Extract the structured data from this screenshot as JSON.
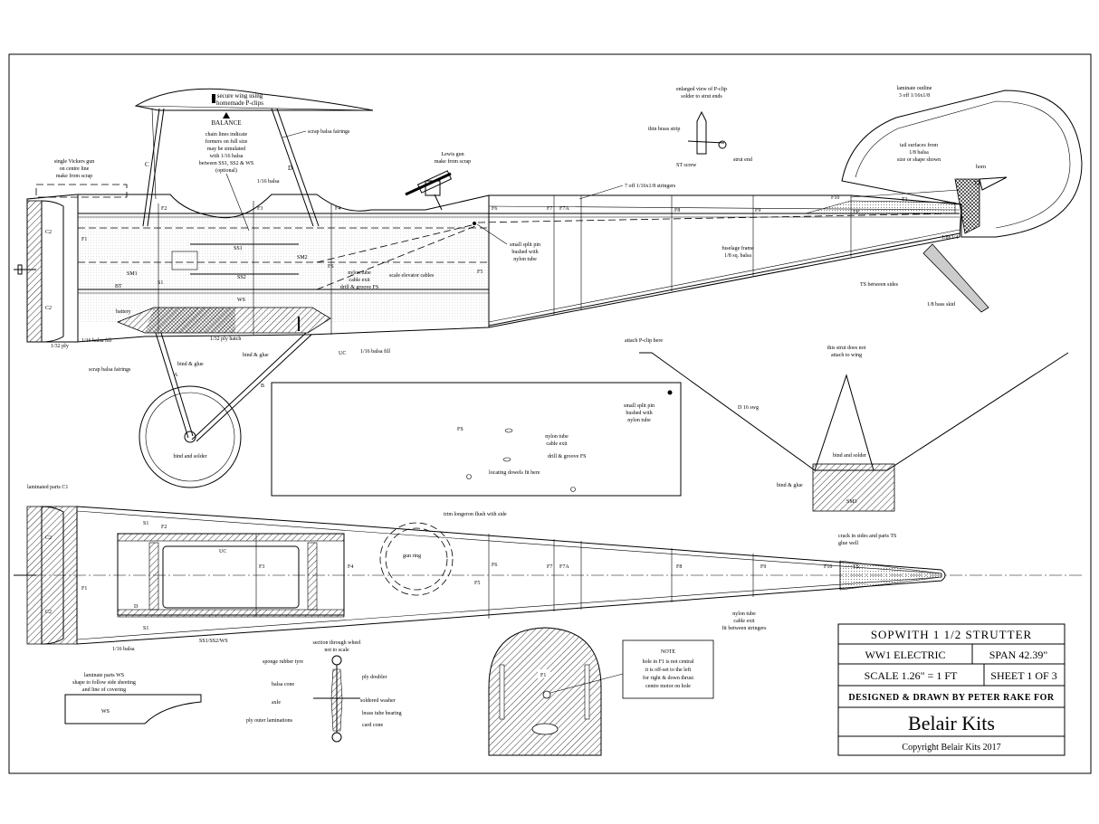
{
  "title_block": {
    "title": "SOPWITH 1 1/2 STRUTTER",
    "subtitle": "WW1 ELECTRIC",
    "span": "SPAN 42.39\"",
    "scale": "SCALE 1.26\" = 1 FT",
    "sheet": "SHEET 1 OF 3",
    "designer": "DESIGNED & DRAWN BY PETER RAKE FOR",
    "company": "Belair Kits",
    "copyright": "Copyright Belair Kits 2017"
  },
  "side_view": {
    "secure_wing_1": "secure wing using",
    "secure_wing_2": "homemade P-clips",
    "balance": "BALANCE",
    "chain_1": "chain lines indicate",
    "chain_2": "formers on full size",
    "chain_3": "may be simulated",
    "chain_4": "with 1/16 balsa",
    "chain_5": "between SS1, SS2 & WS",
    "chain_6": "(optional)",
    "scrap_fairings": "scrap balsa fairings",
    "vickers_1": "single Vickers gun",
    "vickers_2": "on centre line",
    "vickers_3": "make from scrap",
    "lewis_1": "Lewis gun",
    "lewis_2": "make from scrap",
    "balsa_116": "1/16 balsa",
    "c_label": "C",
    "d_label": "D",
    "f1": "F1",
    "f2": "F2",
    "f3": "F3",
    "f4": "F4",
    "f5": "F5",
    "f6": "F6",
    "f7": "F7",
    "f7a": "F7A",
    "f8": "F8",
    "f9": "F9",
    "f10": "F10",
    "c2_top": "C2",
    "c2_bot": "C2",
    "ss1": "SS1",
    "ss2": "SS2",
    "ws": "WS",
    "sm1": "SM1",
    "sm2": "SM2",
    "bt": "BT",
    "s1": "S1",
    "fs": "FS",
    "nylon_1": "nylon tube",
    "nylon_2": "cable exit",
    "nylon_3": "drill & groove FS",
    "elevator_cables": "scale elevator cables",
    "split_pin_1": "small split pin",
    "split_pin_2": "bushed with",
    "split_pin_3": "nylon tube",
    "stringers": "7 off 1/16x1/8 stringers",
    "fuselage_frame_1": "fuselage frame",
    "fuselage_frame_2": "1/8 sq. balsa",
    "battery": "battery",
    "fill_116_left": "1/16 balsa fill",
    "ply_132": "1/32 ply",
    "ply_hatch": "1/32 ply hatch",
    "bind_glue_1": "bind & glue",
    "bind_glue_2": "bind & glue",
    "uc": "UC",
    "fill_116_right": "1/16 balsa fill",
    "scrap_fairings_2": "scrap balsa fairings",
    "a_label": "A",
    "b_label": "B",
    "bind_solder": "bind and solder",
    "enlarged_1": "enlarged view of P-clip",
    "enlarged_2": "solder to strut ends",
    "brass_strip": "thin brass strip",
    "st_screw": "ST screw",
    "strut_end": "strut end",
    "laminate_1": "laminate outline",
    "laminate_2": "3 off 1/16x1/8",
    "tail_1": "tail surfaces from",
    "tail_2": "1/8 balsa",
    "tail_3": "size or shape shown",
    "horn": "horn",
    "t2": "T2",
    "t1": "T1",
    "tp": "TP",
    "b18x14": "1/8x1/4",
    "ts_between": "TS between sides",
    "skid": "1/8 bass skid"
  },
  "former_fs": {
    "fs": "FS",
    "nylon_1": "nylon tube",
    "nylon_2": "cable exit",
    "nylon_3": "drill & groove FS",
    "dowels": "locating dowels fit here",
    "split_pin_1": "small split pin",
    "split_pin_2": "bushed with",
    "split_pin_3": "nylon tube"
  },
  "strut_detail": {
    "attach": "attach P-clip here",
    "swg": "D 16 swg",
    "not_attach_1": "this strut does not",
    "not_attach_2": "attach to wing",
    "bind_solder": "bind and solder",
    "bind_glue": "bind & glue",
    "sm3": "SM3"
  },
  "plan_view": {
    "laminated_c1": "laminated parts C1",
    "c2_top": "C2",
    "c2_bot": "C2",
    "f1": "F1",
    "s1_top": "S1",
    "s1_bot": "S1",
    "f2": "F2",
    "f3": "F3",
    "f4": "F4",
    "f5": "F5",
    "f6": "F6",
    "f7": "F7",
    "f7a": "F7A",
    "f8": "F8",
    "f9": "F9",
    "f10": "F10",
    "ts": "TS",
    "uc": "UC",
    "d": "D",
    "trim": "trim longeron flush with side",
    "gun_ring": "gun ring",
    "crack_1": "crack in sides and parts TS",
    "crack_2": "glue well",
    "nylon_1": "nylon tube",
    "nylon_2": "cable exit",
    "nylon_3": "fit between stringers",
    "balsa_116": "1/16 balsa",
    "ss": "SS1/SS2/WS"
  },
  "ws_detail": {
    "line_1": "laminate parts WS",
    "line_2": "shape to follow side sheeting",
    "line_3": "and line of covering",
    "ws": "WS"
  },
  "wheel_detail": {
    "title_1": "section through wheel",
    "title_2": "not to scale",
    "sponge": "sponge rubber tyre",
    "balsa_cone": "balsa cone",
    "axle": "axle",
    "ply_outer": "ply outer laminations",
    "ply_doubler": "ply doubler",
    "soldered_washer": "soldered washer",
    "brass_bearing": "brass tube bearing",
    "card_cone": "card cone"
  },
  "f1_detail": {
    "f1": "F1"
  },
  "note": {
    "title": "NOTE",
    "line_1": "hole in F1 is not central",
    "line_2": "it is off-set to the left",
    "line_3": "for right & down thrust",
    "line_4": "centre motor on hole"
  }
}
